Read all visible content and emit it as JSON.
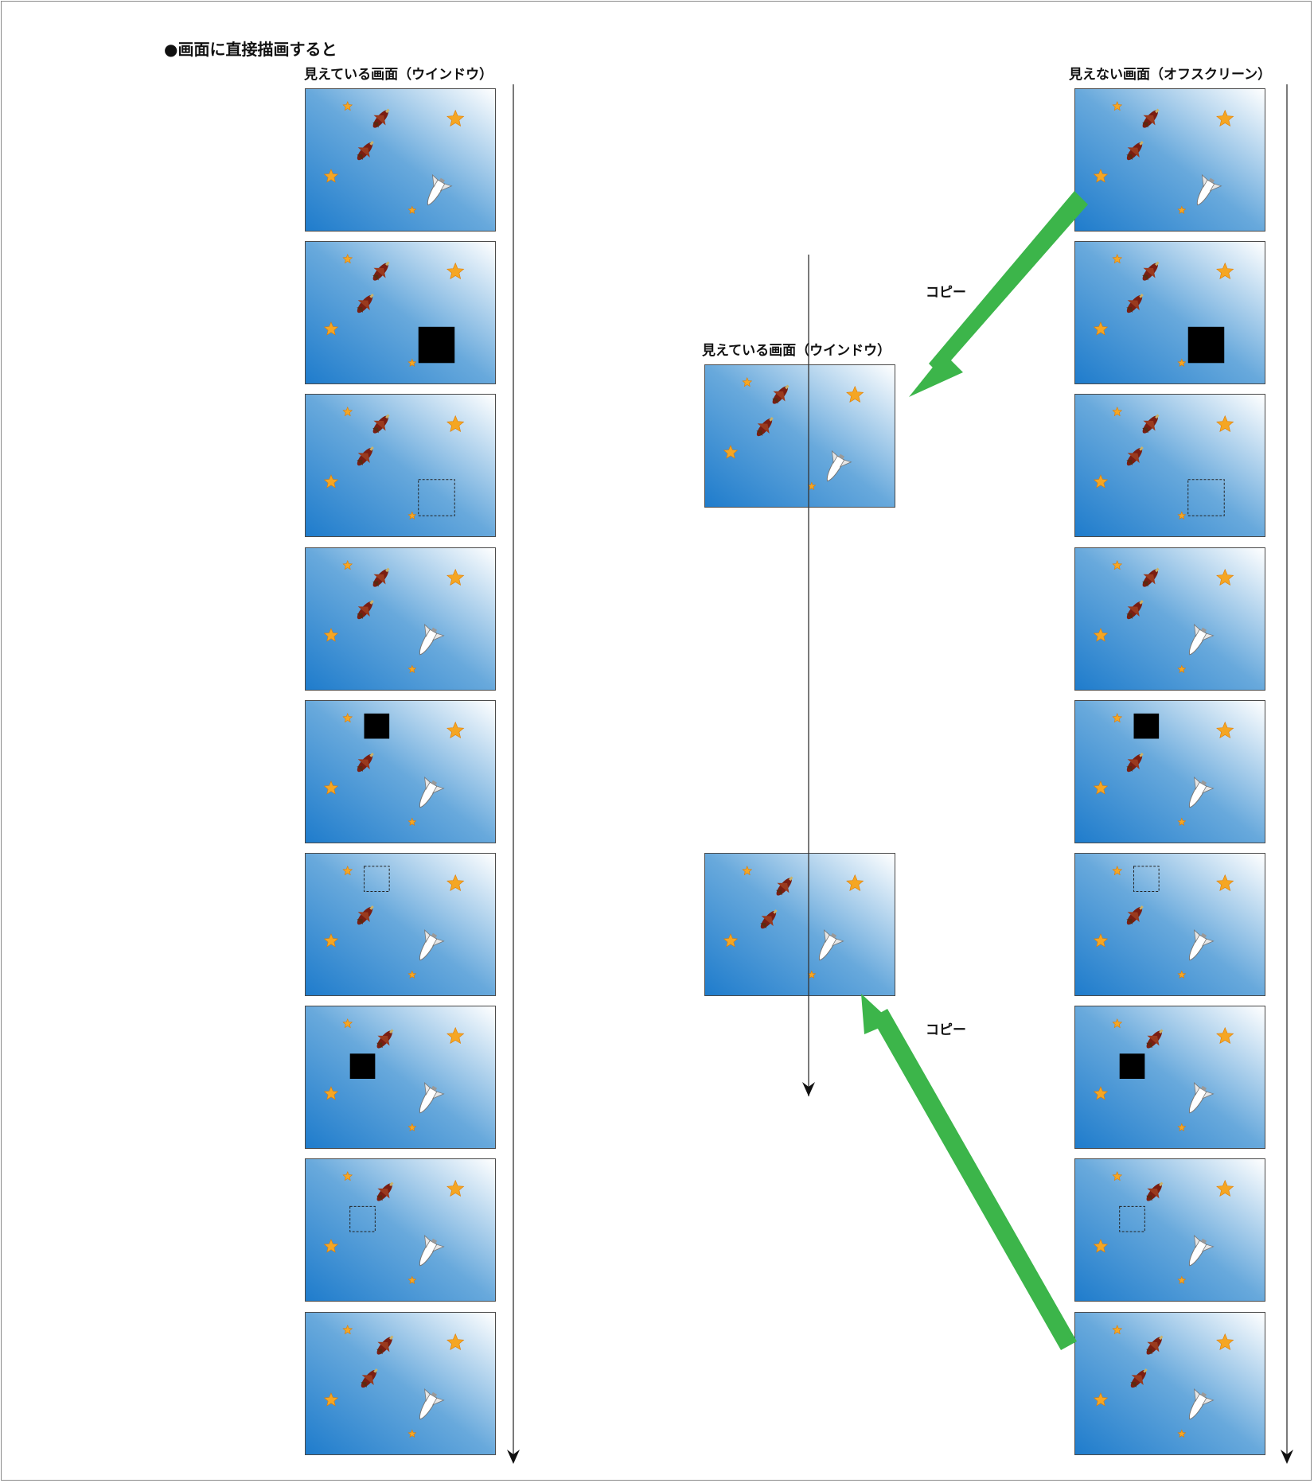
{
  "title": "●画面に直接描画すると",
  "columns": {
    "left_label": "見えている画面（ウインドウ）",
    "center_label": "見えている画面（ウインドウ）",
    "right_label": "見えない画面（オフスクリーン）"
  },
  "copy_labels": [
    "コピー",
    "コピー"
  ],
  "icons": {
    "star": "star-icon",
    "fighter": "fighter-plane-icon",
    "shuttle": "space-shuttle-icon",
    "black_square": "erase-fill-square",
    "dashed_square": "erased-region-outline"
  },
  "colors": {
    "arrow_green": "#3cb54a",
    "frame_top_right": "#ffffff",
    "frame_bottom_left": "#1f7ccc",
    "star_fill": "#f5a623"
  },
  "frame_states": [
    "initial",
    "sprite-black-fill",
    "erased-outline",
    "shuttle-moved",
    "fighter-black-fill",
    "fighter-erased-outline",
    "second-fighter-black-fill",
    "second-fighter-erased-outline",
    "final"
  ]
}
